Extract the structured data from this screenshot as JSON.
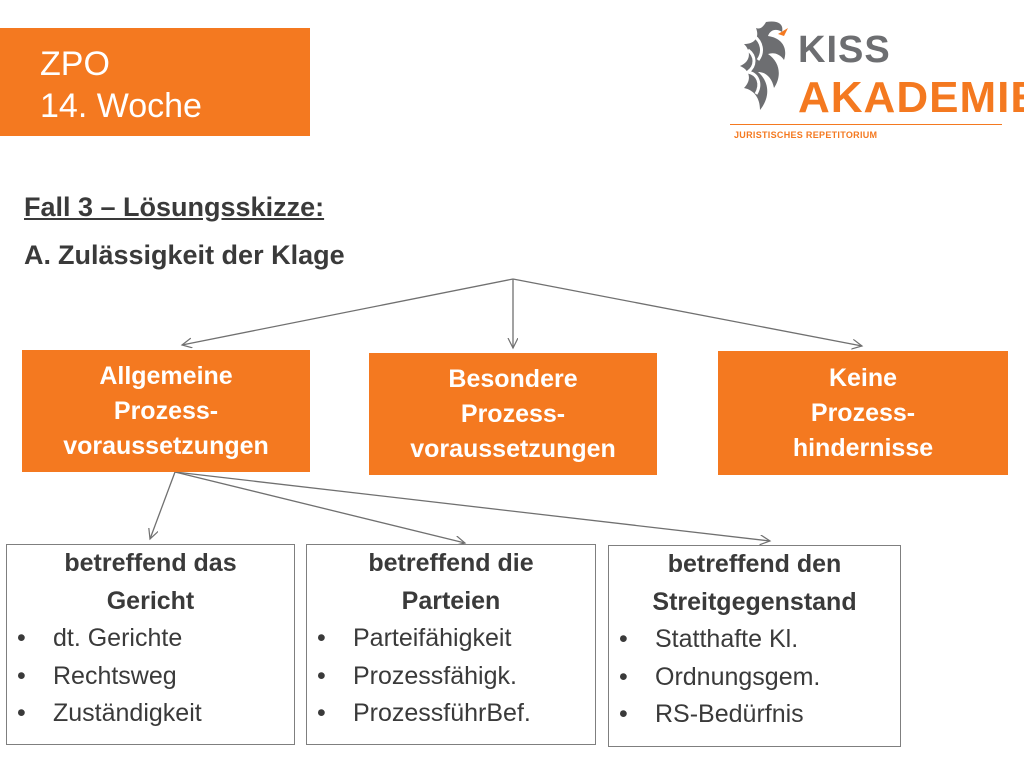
{
  "header": {
    "title_line1": "ZPO",
    "title_line2": "14. Woche"
  },
  "logo": {
    "kiss": "KISS",
    "akademie": "AKADEMIE",
    "subtitle": "JURISTISCHES REPETITORIUM",
    "icon": "phoenix-swirl-icon"
  },
  "content": {
    "heading": "Fall 3 – Lösungsskizze:",
    "section_enum": "A.",
    "section_title": "Zulässigkeit der Klage"
  },
  "orange_boxes": [
    {
      "line1": "Allgemeine",
      "line2": "Prozess-",
      "line3": "voraussetzungen"
    },
    {
      "line1": "Besondere",
      "line2": "Prozess-",
      "line3": "voraussetzungen"
    },
    {
      "line1": "Keine",
      "line2": "Prozess-",
      "line3": "hindernisse"
    }
  ],
  "detail_boxes": [
    {
      "title_line1": "betreffend das",
      "title_line2": "Gericht",
      "items": [
        "dt. Gerichte",
        "Rechtsweg",
        "Zuständigkeit"
      ]
    },
    {
      "title_line1": "betreffend die",
      "title_line2": "Parteien",
      "items": [
        "Parteifähigkeit",
        "Prozessfähigk.",
        "ProzessführBef."
      ]
    },
    {
      "title_line1": "betreffend den",
      "title_line2": "Streitgegenstand",
      "items": [
        "Statthafte Kl.",
        "Ordnungsgem.",
        "RS-Bedürfnis"
      ]
    }
  ],
  "bullet_char": "•",
  "colors": {
    "accent": "#f47920",
    "text": "#3a3a3a",
    "logo_gray": "#6d6e71",
    "border": "#7f7f7f",
    "arrow": "#707070"
  }
}
